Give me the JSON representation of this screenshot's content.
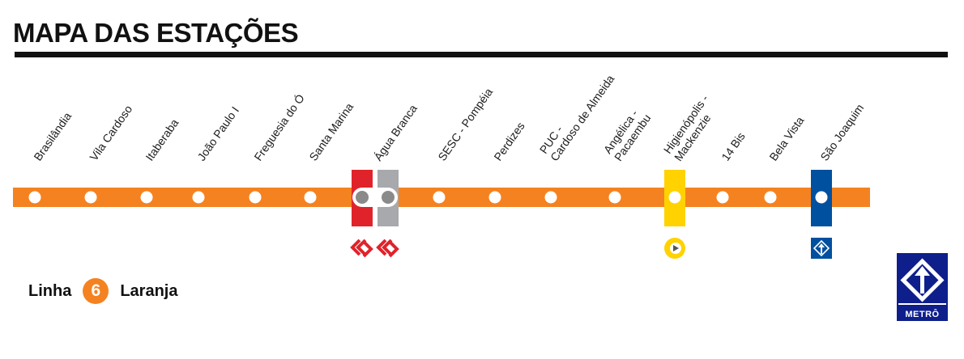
{
  "page": {
    "title": "MAPA DAS ESTAÇÕES"
  },
  "line": {
    "prefix": "Linha",
    "number": "6",
    "name": "Laranja",
    "color": "#F58220"
  },
  "stations": [
    {
      "name": "Brasilândia"
    },
    {
      "name": "Vila Cardoso"
    },
    {
      "name": "Itaberaba"
    },
    {
      "name": "João Paulo I"
    },
    {
      "name": "Freguesia do Ó"
    },
    {
      "name": "Santa Marina"
    },
    {
      "name": "Água Branca",
      "connections": [
        {
          "icon": "cptm-icon",
          "color": "#E0232A"
        },
        {
          "icon": "cptm-icon",
          "color": "#A7A9AC"
        }
      ]
    },
    {
      "name": "SESC - Pompéia"
    },
    {
      "name": "Perdizes"
    },
    {
      "name": "PUC - Cardoso de Almeida"
    },
    {
      "name": "Angélica - Pacaembu"
    },
    {
      "name": "Higienópolis - Mackenzie",
      "connections": [
        {
          "icon": "viaquatro-icon",
          "color": "#FFD200"
        }
      ]
    },
    {
      "name": "14 Bis"
    },
    {
      "name": "Bela Vista"
    },
    {
      "name": "São Joaquim",
      "connections": [
        {
          "icon": "metro-icon",
          "color": "#0050A0"
        }
      ]
    }
  ],
  "logo": {
    "text": "METRÔ",
    "icon": "metro-logo-icon",
    "color": "#0E1F8C"
  }
}
